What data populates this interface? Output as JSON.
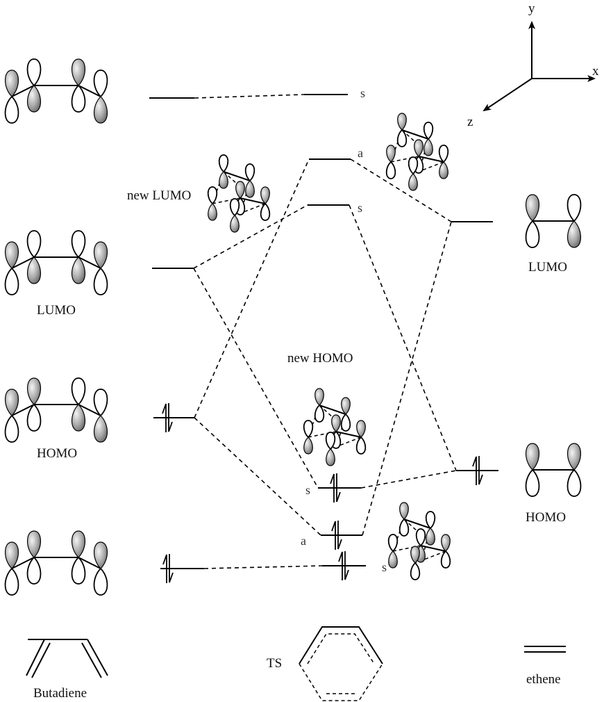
{
  "title": "Diels-Alder frontier orbital correlation diagram (butadiene + ethene)",
  "axes": {
    "x_label": "x",
    "y_label": "y",
    "z_label": "z"
  },
  "colors": {
    "line": "#000000",
    "lobe_shaded": "#8a8a8a",
    "lobe_empty": "#ffffff"
  },
  "left": {
    "molecule": "Butadiene",
    "orbitals": [
      {
        "id": "psi4",
        "label": "",
        "symmetry": "",
        "electrons": 0
      },
      {
        "id": "psi3",
        "label": "LUMO",
        "symmetry": "",
        "electrons": 0
      },
      {
        "id": "psi2",
        "label": "HOMO",
        "symmetry": "",
        "electrons": 2
      },
      {
        "id": "psi1",
        "label": "",
        "symmetry": "",
        "electrons": 2
      }
    ]
  },
  "center": {
    "molecule": "TS",
    "levels": [
      {
        "symmetry": "s",
        "electrons": 0
      },
      {
        "symmetry": "a",
        "electrons": 0
      },
      {
        "symmetry": "s",
        "electrons": 0,
        "label": "new LUMO"
      },
      {
        "symmetry": "s",
        "electrons": 2,
        "label": "new HOMO"
      },
      {
        "symmetry": "a",
        "electrons": 2
      },
      {
        "symmetry": "s",
        "electrons": 2
      }
    ]
  },
  "right": {
    "molecule": "ethene",
    "orbitals": [
      {
        "id": "pi_star",
        "label": "LUMO",
        "electrons": 0
      },
      {
        "id": "pi",
        "label": "HOMO",
        "electrons": 2
      }
    ]
  },
  "labels": {
    "new_lumo": "new LUMO",
    "new_homo": "new HOMO",
    "butadiene_lumo": "LUMO",
    "butadiene_homo": "HOMO",
    "ethene_lumo": "LUMO",
    "ethene_homo": "HOMO",
    "butadiene": "Butadiene",
    "ts": "TS",
    "ethene": "ethene",
    "sym_s": "s",
    "sym_a": "a"
  }
}
